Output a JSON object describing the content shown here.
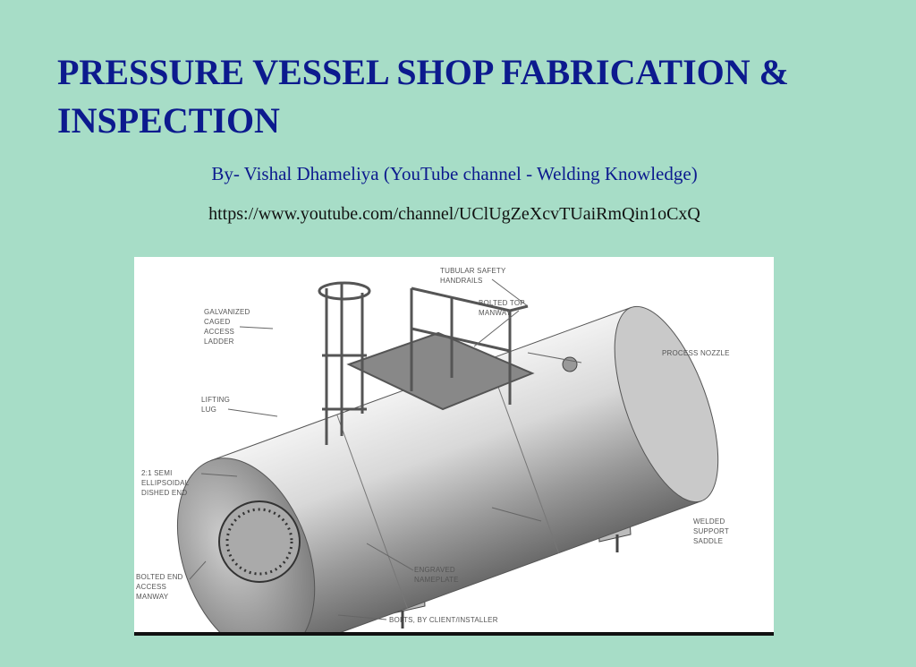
{
  "slide": {
    "title": "PRESSURE VESSEL SHOP FABRICATION & INSPECTION",
    "byline": "By- Vishal Dhameliya (YouTube channel - Welding Knowledge)",
    "url": "https://www.youtube.com/channel/UClUgZeXcvTUaiRmQin1oCxQ"
  },
  "diagram": {
    "labels": {
      "handrails": "TUBULAR SAFETY HANDRAILS",
      "ladder": "GALVANIZED CAGED ACCESS LADDER",
      "top_manway": "BOLTED TOP MANWAY",
      "nozzle": "PROCESS NOZZLE",
      "lifting_lug": "LIFTING LUG",
      "dished_end": "2:1 SEMI ELLIPSOIDAL DISHED END",
      "saddle": "WELDED SUPPORT SADDLE",
      "end_manway": "BOLTED END ACCESS MANWAY",
      "nameplate": "ENGRAVED NAMEPLATE",
      "bolts": "BOLTS, BY CLIENT/INSTALLER"
    }
  },
  "colors": {
    "background": "#a7ddc7",
    "title": "#0c1a8e"
  }
}
